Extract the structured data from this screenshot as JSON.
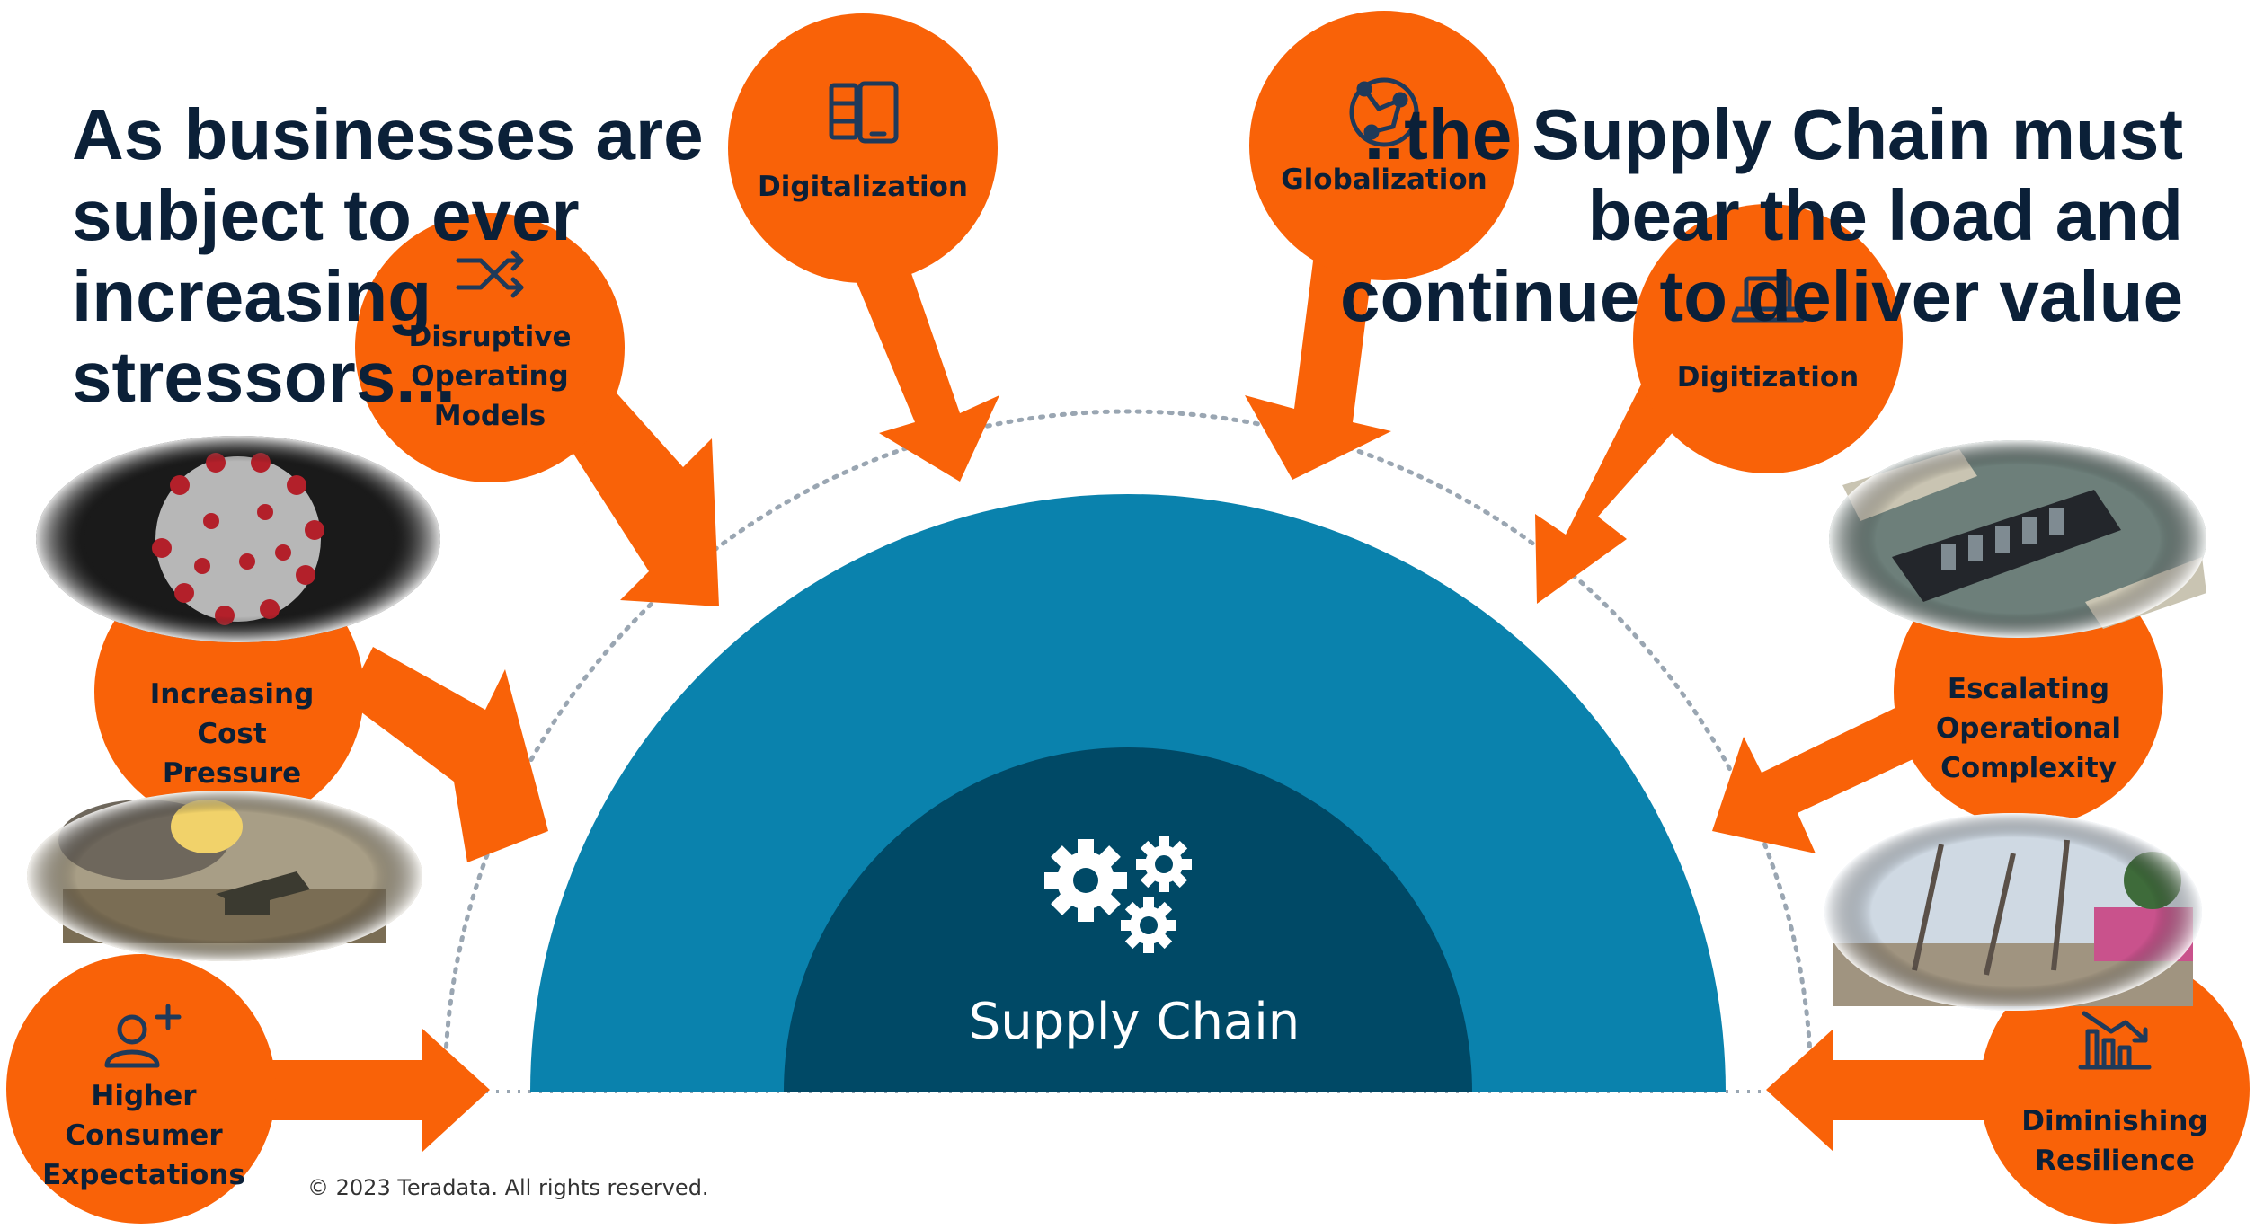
{
  "headline": {
    "left": "As businesses are subject to ever increasing stressors...",
    "right": "..the Supply Chain must bear the load and continue to deliver value"
  },
  "core": {
    "label": "Supply Chain",
    "icon": "gears-icon"
  },
  "stressors": [
    {
      "id": "digitalization",
      "lines": [
        "Digitalization"
      ],
      "icon": "tablet-icon"
    },
    {
      "id": "disruptive",
      "lines": [
        "Disruptive",
        "Operating",
        "Models"
      ],
      "icon": "shuffle-icon"
    },
    {
      "id": "cost",
      "lines": [
        "Increasing",
        "Cost",
        "Pressure"
      ]
    },
    {
      "id": "consumer",
      "lines": [
        "Higher",
        "Consumer",
        "Expectations"
      ],
      "icon": "add-user-icon"
    },
    {
      "id": "globalization",
      "lines": [
        "Globalization"
      ],
      "icon": "globe-icon"
    },
    {
      "id": "digitization",
      "lines": [
        "Digitization"
      ],
      "icon": "laptop-icon"
    },
    {
      "id": "complexity",
      "lines": [
        "Escalating",
        "Operational",
        "Complexity"
      ]
    },
    {
      "id": "resilience",
      "lines": [
        "Diminishing",
        "Resilience"
      ],
      "icon": "declining-chart-icon"
    }
  ],
  "photos": [
    "coronavirus-image",
    "artillery-image",
    "container-ship-image",
    "storm-damage-image"
  ],
  "copyright": "© 2023 Teradata. All rights reserved.",
  "colors": {
    "orange": "#f96208",
    "outer_ring": "#0a82ad",
    "inner_core": "#004966",
    "headline": "#0b2038"
  }
}
